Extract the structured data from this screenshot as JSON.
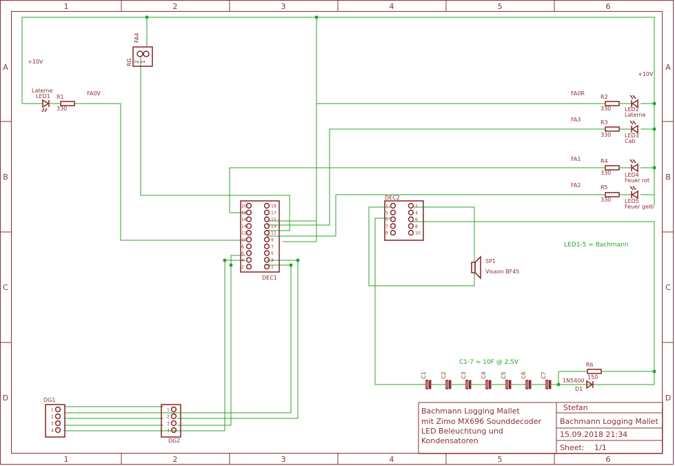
{
  "frame": {
    "columns": [
      "1",
      "2",
      "3",
      "4",
      "5",
      "6"
    ],
    "rows": [
      "A",
      "B",
      "C",
      "D"
    ]
  },
  "nets": {
    "plus10_left": "+10V",
    "plus10_right": "+10V",
    "fa0v": "FA0V",
    "fa0r": "FA0R",
    "fa3": "FA3",
    "fa1": "FA1",
    "fa2": "FA2"
  },
  "notes": {
    "led_note": "LED1-5 = Bachmann",
    "cap_note": "C1-7 = 10F @ 2,5V"
  },
  "parts": {
    "led1": {
      "name": "LED1",
      "label": "Laterne"
    },
    "r1": {
      "name": "R1",
      "value": "330"
    },
    "rg": {
      "name": "RG",
      "pin_label": "FA4",
      "pins": [
        "1",
        "2"
      ]
    },
    "r2": {
      "name": "R2",
      "value": "330"
    },
    "r3": {
      "name": "R3",
      "value": "330"
    },
    "r4": {
      "name": "R4",
      "value": "330"
    },
    "r5": {
      "name": "R5",
      "value": "330"
    },
    "led2": {
      "name": "LED2",
      "label": "Laterne"
    },
    "led3": {
      "name": "LED3",
      "label": "Cab"
    },
    "led4": {
      "name": "LED4",
      "label": "Feuer rot"
    },
    "led5": {
      "name": "LED5",
      "label": "Feuer gelb"
    },
    "dec1": {
      "name": "DEC1",
      "left": [
        "20",
        "18",
        "16",
        "14",
        "12",
        "10",
        "8",
        "6",
        "4",
        "2"
      ],
      "right": [
        "19",
        "17",
        "15",
        "13",
        "11",
        "9",
        "7",
        "5",
        "3",
        "1"
      ]
    },
    "dec2": {
      "name": "DEC2",
      "left": [
        "1",
        "3",
        "5",
        "7",
        "9"
      ],
      "right": [
        "2",
        "4",
        "6",
        "8",
        "10"
      ]
    },
    "sp1": {
      "name": "SP1",
      "value": "Visaon BF45"
    },
    "dg1": {
      "name": "DG1",
      "pins": [
        "1",
        "2",
        "3",
        "4"
      ]
    },
    "dg2": {
      "name": "DG2",
      "pins": [
        "1",
        "2",
        "3",
        "4"
      ]
    },
    "caps": [
      "C1",
      "C2",
      "C3",
      "C4",
      "C5",
      "C6",
      "C7"
    ],
    "r6": {
      "name": "R6",
      "value": "150"
    },
    "d1": {
      "name": "D1",
      "value": "1N5400"
    }
  },
  "title_block": {
    "description": [
      "Bachmann Logging Mallet",
      "mit Zimo MX696 Sounddecoder",
      "LED Beleuchtung und",
      "Kondensatoren"
    ],
    "author": "Stefan",
    "title": "Bachmann Logging Mallet",
    "date": "15.09.2018 21:34",
    "sheet_label": "Sheet:",
    "sheet_value": "1/1"
  }
}
